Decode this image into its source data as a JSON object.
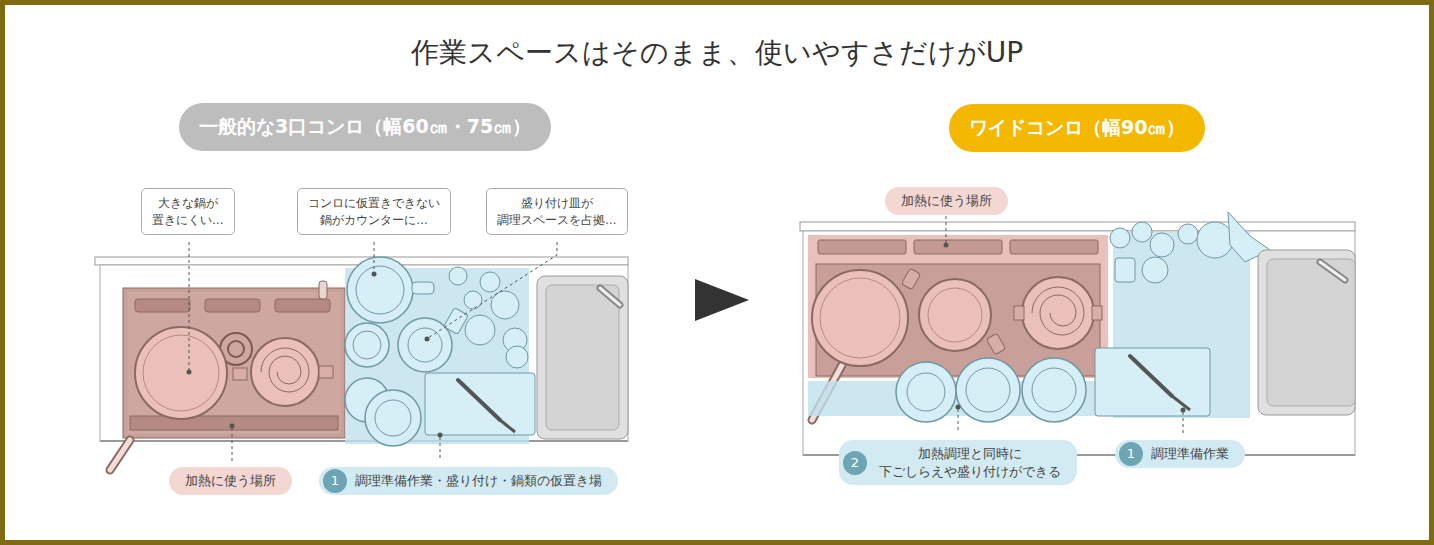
{
  "diagram": {
    "title": "作業スペースはそのまま、使いやすさだけがUP",
    "nodes": [
      {
        "text": [
          "一般的な3口コンロ（幅60㎝・75㎝）"
        ]
      },
      {
        "text": [
          "ワイドコンロ（幅90㎝）"
        ]
      },
      {
        "text": [
          "大きな鍋が 置きにくい…"
        ]
      },
      {
        "text": [
          "コンロに仮置きできない 鍋がカウンターに…"
        ]
      },
      {
        "text": [
          "盛り付け皿が 調理スペースを占拠…"
        ]
      },
      {
        "text": [
          "加熱に使う場所"
        ]
      },
      {
        "text": [
          "調理準備作業・盛り付け・鍋類の仮置き場"
        ]
      },
      {
        "text": [
          "1"
        ],
        "in": 6
      },
      {
        "text": [
          "加熱に使う場所"
        ]
      },
      {
        "text": [
          "加熱調理と同時に 下ごしらえや盛り付けができる"
        ]
      },
      {
        "text": [
          "2"
        ],
        "in": 9
      },
      {
        "text": [
          "調理準備作業"
        ]
      },
      {
        "text": [
          "1"
        ],
        "in": 11
      }
    ]
  }
}
